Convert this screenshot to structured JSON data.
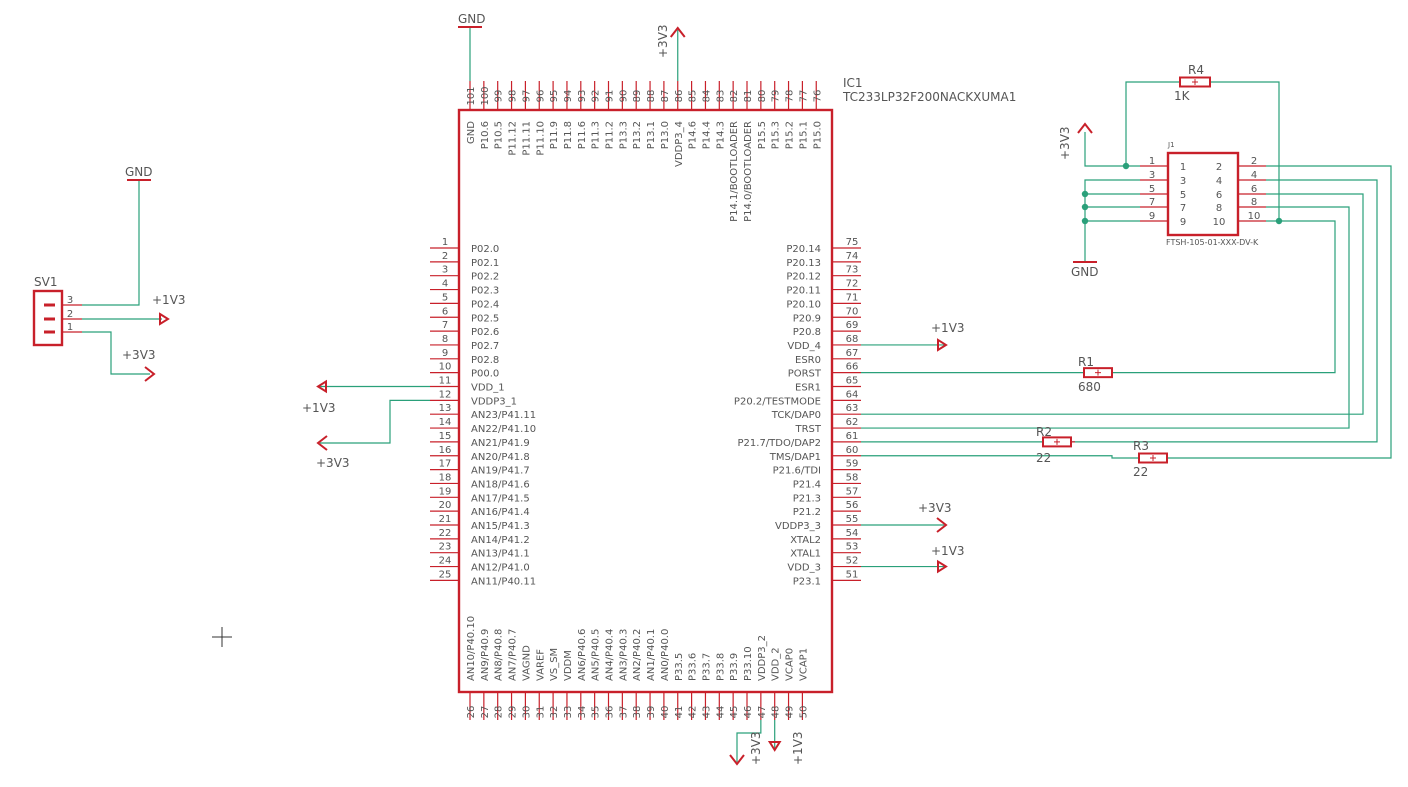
{
  "colors": {
    "body": "#c8202a",
    "net": "#2aa07a",
    "text": "#555555",
    "pin": "#c8202a"
  },
  "ic": {
    "name": "IC1",
    "value": "TC233LP32F200NACKXUMA1",
    "left_pins": [
      {
        "num": "1",
        "label": "P02.0"
      },
      {
        "num": "2",
        "label": "P02.1"
      },
      {
        "num": "3",
        "label": "P02.2"
      },
      {
        "num": "4",
        "label": "P02.3"
      },
      {
        "num": "5",
        "label": "P02.4"
      },
      {
        "num": "6",
        "label": "P02.5"
      },
      {
        "num": "7",
        "label": "P02.6"
      },
      {
        "num": "8",
        "label": "P02.7"
      },
      {
        "num": "9",
        "label": "P02.8"
      },
      {
        "num": "10",
        "label": "P00.0"
      },
      {
        "num": "11",
        "label": "VDD_1"
      },
      {
        "num": "12",
        "label": "VDDP3_1"
      },
      {
        "num": "13",
        "label": "AN23/P41.11"
      },
      {
        "num": "14",
        "label": "AN22/P41.10"
      },
      {
        "num": "15",
        "label": "AN21/P41.9"
      },
      {
        "num": "16",
        "label": "AN20/P41.8"
      },
      {
        "num": "17",
        "label": "AN19/P41.7"
      },
      {
        "num": "18",
        "label": "AN18/P41.6"
      },
      {
        "num": "19",
        "label": "AN17/P41.5"
      },
      {
        "num": "20",
        "label": "AN16/P41.4"
      },
      {
        "num": "21",
        "label": "AN15/P41.3"
      },
      {
        "num": "22",
        "label": "AN14/P41.2"
      },
      {
        "num": "23",
        "label": "AN13/P41.1"
      },
      {
        "num": "24",
        "label": "AN12/P41.0"
      },
      {
        "num": "25",
        "label": "AN11/P40.11"
      }
    ],
    "right_pins": [
      {
        "num": "75",
        "label": "P20.14"
      },
      {
        "num": "74",
        "label": "P20.13"
      },
      {
        "num": "73",
        "label": "P20.12"
      },
      {
        "num": "72",
        "label": "P20.11"
      },
      {
        "num": "71",
        "label": "P20.10"
      },
      {
        "num": "70",
        "label": "P20.9"
      },
      {
        "num": "69",
        "label": "P20.8"
      },
      {
        "num": "68",
        "label": "VDD_4"
      },
      {
        "num": "67",
        "label": "ESR0"
      },
      {
        "num": "66",
        "label": "PORST"
      },
      {
        "num": "65",
        "label": "ESR1"
      },
      {
        "num": "64",
        "label": "P20.2/TESTMODE"
      },
      {
        "num": "63",
        "label": "TCK/DAP0"
      },
      {
        "num": "62",
        "label": "TRST"
      },
      {
        "num": "61",
        "label": "P21.7/TDO/DAP2"
      },
      {
        "num": "60",
        "label": "TMS/DAP1"
      },
      {
        "num": "59",
        "label": "P21.6/TDI"
      },
      {
        "num": "58",
        "label": "P21.4"
      },
      {
        "num": "57",
        "label": "P21.3"
      },
      {
        "num": "56",
        "label": "P21.2"
      },
      {
        "num": "55",
        "label": "VDDP3_3"
      },
      {
        "num": "54",
        "label": "XTAL2"
      },
      {
        "num": "53",
        "label": "XTAL1"
      },
      {
        "num": "52",
        "label": "VDD_3"
      },
      {
        "num": "51",
        "label": "P23.1"
      }
    ],
    "top_pins": [
      {
        "num": "101",
        "label": "GND"
      },
      {
        "num": "100",
        "label": "P10.6"
      },
      {
        "num": "99",
        "label": "P10.5"
      },
      {
        "num": "98",
        "label": "P11.12"
      },
      {
        "num": "97",
        "label": "P11.11"
      },
      {
        "num": "96",
        "label": "P11.10"
      },
      {
        "num": "95",
        "label": "P11.9"
      },
      {
        "num": "94",
        "label": "P11.8"
      },
      {
        "num": "93",
        "label": "P11.6"
      },
      {
        "num": "92",
        "label": "P11.3"
      },
      {
        "num": "91",
        "label": "P11.2"
      },
      {
        "num": "90",
        "label": "P13.3"
      },
      {
        "num": "89",
        "label": "P13.2"
      },
      {
        "num": "88",
        "label": "P13.1"
      },
      {
        "num": "87",
        "label": "P13.0"
      },
      {
        "num": "86",
        "label": "VDDP3_4"
      },
      {
        "num": "85",
        "label": "P14.6"
      },
      {
        "num": "84",
        "label": "P14.4"
      },
      {
        "num": "83",
        "label": "P14.3"
      },
      {
        "num": "82",
        "label": "P14.1/BOOTLOADER"
      },
      {
        "num": "81",
        "label": "P14.0/BOOTLOADER"
      },
      {
        "num": "80",
        "label": "P15.5"
      },
      {
        "num": "79",
        "label": "P15.3"
      },
      {
        "num": "78",
        "label": "P15.2"
      },
      {
        "num": "77",
        "label": "P15.1"
      },
      {
        "num": "76",
        "label": "P15.0"
      }
    ],
    "bottom_pins": [
      {
        "num": "26",
        "label": "AN10/P40.10"
      },
      {
        "num": "27",
        "label": "AN9/P40.9"
      },
      {
        "num": "28",
        "label": "AN8/P40.8"
      },
      {
        "num": "29",
        "label": "AN7/P40.7"
      },
      {
        "num": "30",
        "label": "VAGND"
      },
      {
        "num": "31",
        "label": "VAREF"
      },
      {
        "num": "32",
        "label": "VS_SM"
      },
      {
        "num": "33",
        "label": "VDDM"
      },
      {
        "num": "34",
        "label": "AN6/P40.6"
      },
      {
        "num": "35",
        "label": "AN5/P40.5"
      },
      {
        "num": "36",
        "label": "AN4/P40.4"
      },
      {
        "num": "37",
        "label": "AN3/P40.3"
      },
      {
        "num": "38",
        "label": "AN2/P40.2"
      },
      {
        "num": "39",
        "label": "AN1/P40.1"
      },
      {
        "num": "40",
        "label": "AN0/P40.0"
      },
      {
        "num": "41",
        "label": "P33.5"
      },
      {
        "num": "42",
        "label": "P33.6"
      },
      {
        "num": "43",
        "label": "P33.7"
      },
      {
        "num": "44",
        "label": "P33.8"
      },
      {
        "num": "45",
        "label": "P33.9"
      },
      {
        "num": "46",
        "label": "P33.10"
      },
      {
        "num": "47",
        "label": "VDDP3_2"
      },
      {
        "num": "48",
        "label": "VDD_2"
      },
      {
        "num": "49",
        "label": "VCAP0"
      },
      {
        "num": "50",
        "label": "VCAP1"
      }
    ]
  },
  "sv1": {
    "name": "SV1",
    "pins": [
      "3",
      "2",
      "1"
    ]
  },
  "j1": {
    "name": "J1",
    "value": "FTSH-105-01-XXX-DV-K",
    "inner_left": [
      "1",
      "3",
      "5",
      "7",
      "9"
    ],
    "inner_right": [
      "2",
      "4",
      "6",
      "8",
      "10"
    ],
    "outer_left": [
      "1",
      "3",
      "5",
      "7",
      "9"
    ],
    "outer_right": [
      "2",
      "4",
      "6",
      "8",
      "10"
    ]
  },
  "resistors": [
    {
      "name": "R1",
      "value": "680"
    },
    {
      "name": "R2",
      "value": "22"
    },
    {
      "name": "R3",
      "value": "22"
    },
    {
      "name": "R4",
      "value": "1K"
    }
  ],
  "supplies": {
    "gnd": "GND",
    "v33": "+3V3",
    "v13": "+1V3"
  }
}
